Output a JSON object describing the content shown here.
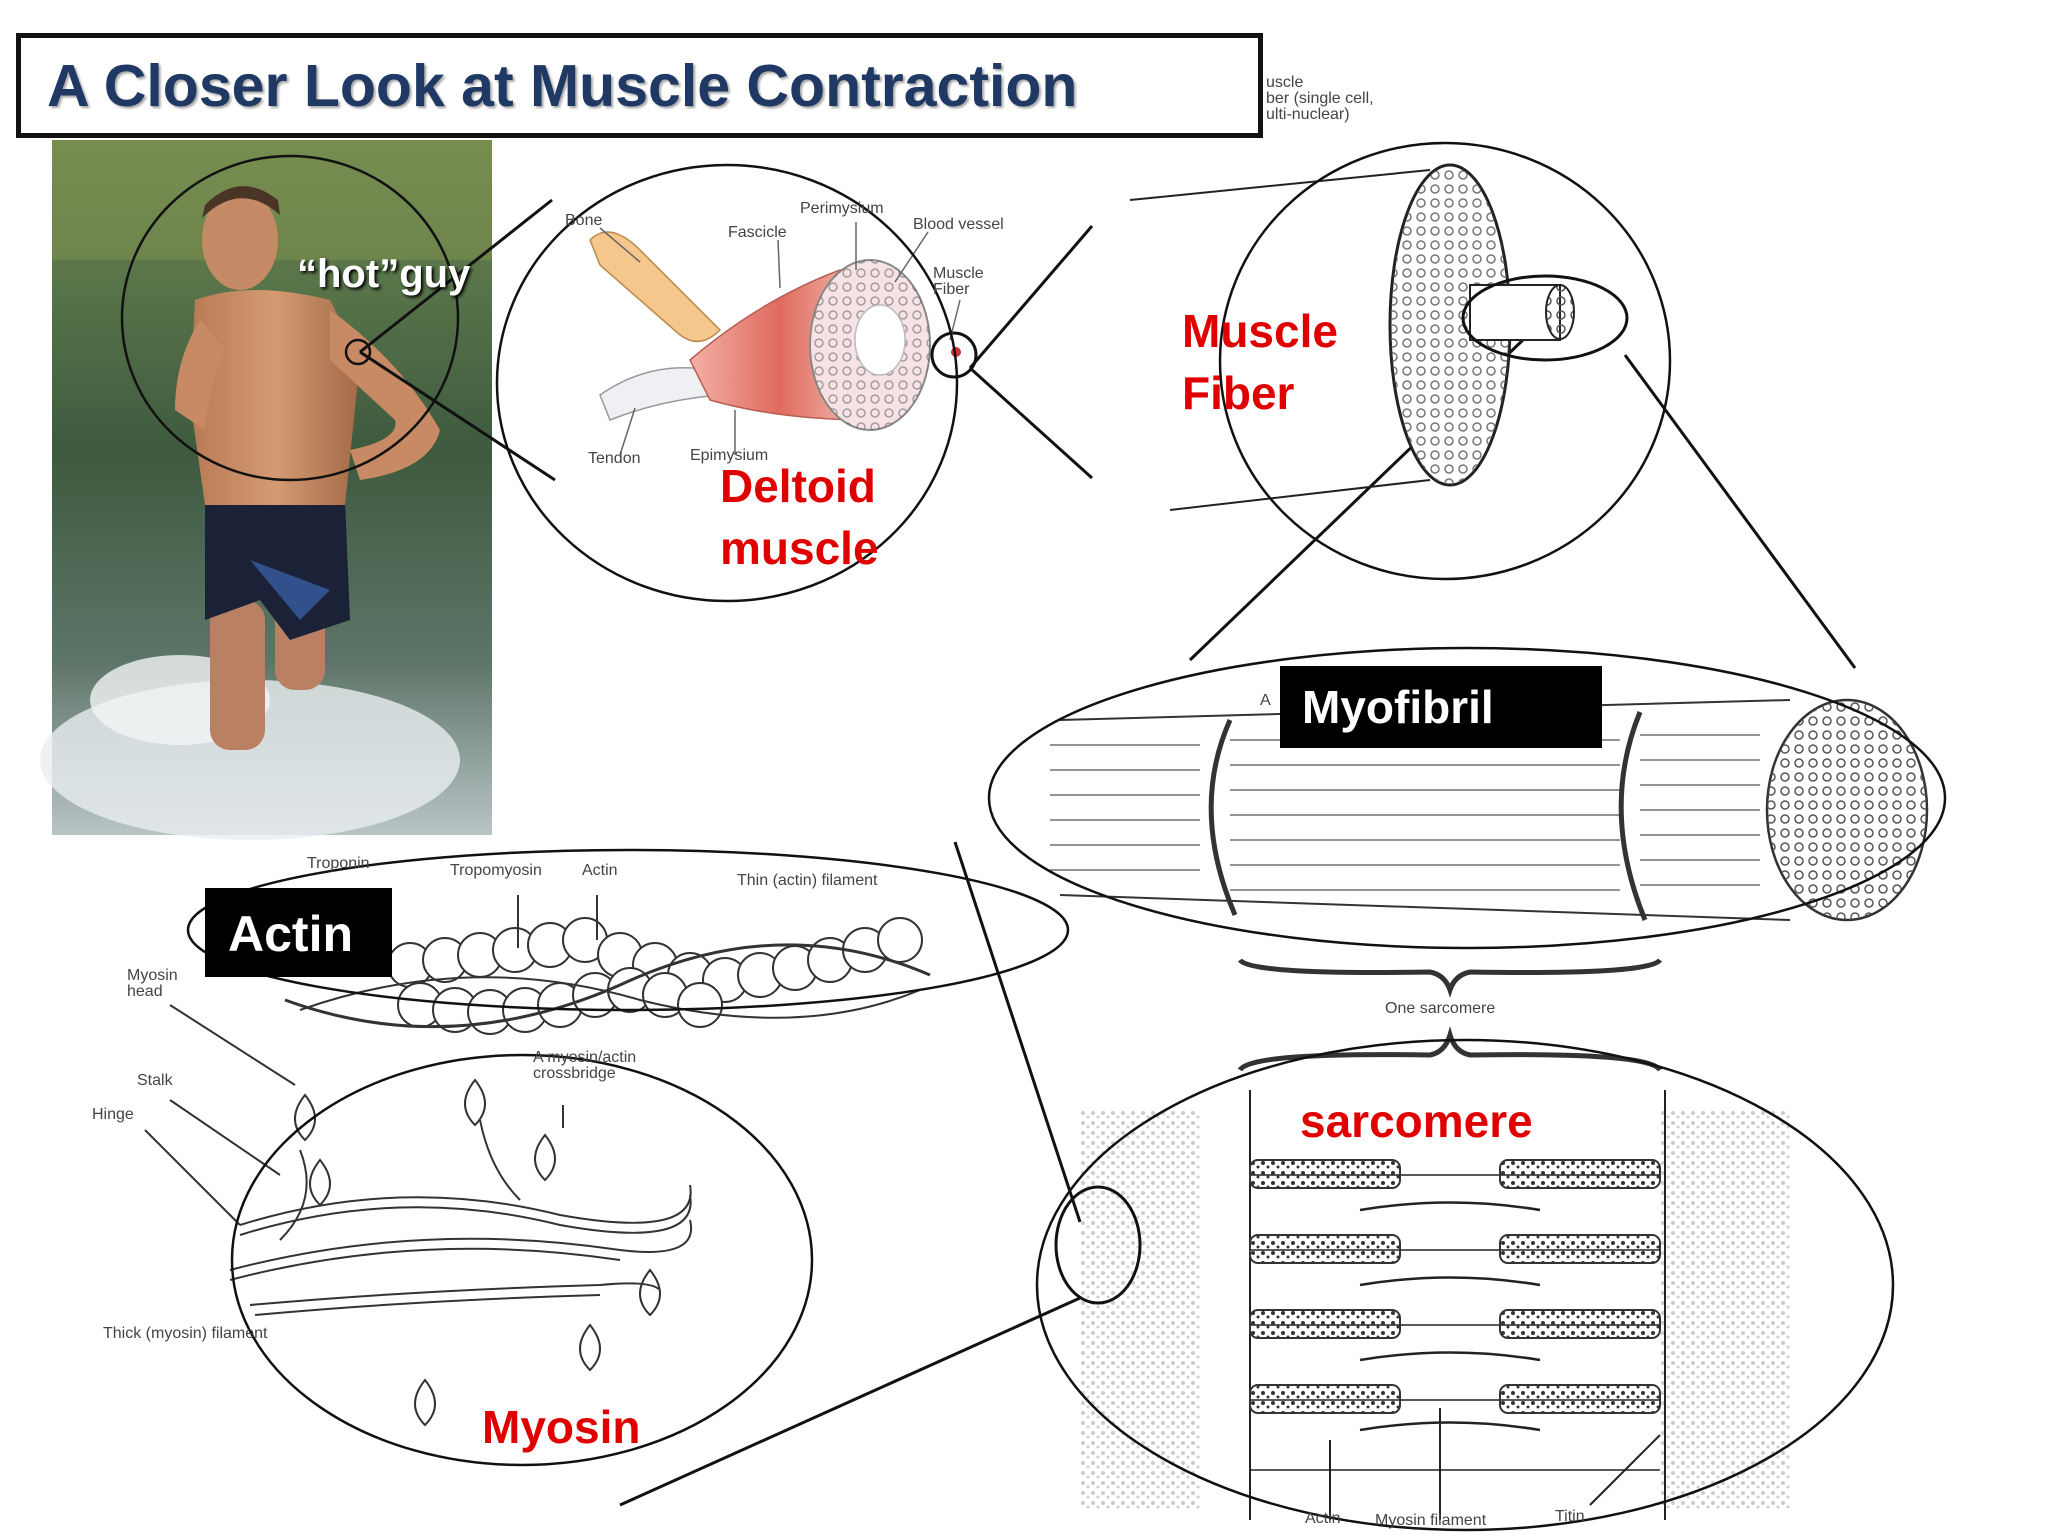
{
  "title": "A Closer Look at Muscle Contraction",
  "labels": {
    "hot_guy": "“hot”guy",
    "deltoid": "Deltoid\nmuscle",
    "muscle_fiber": "Muscle\nFiber",
    "myofibril": "Myofibril",
    "actin": "Actin",
    "myosin": "Myosin",
    "sarcomere": "sarcomere"
  },
  "diagram_text": {
    "bone": "Bone",
    "fascicle": "Fascicle",
    "perimysium": "Perimysium",
    "blood_vessel": "Blood vessel",
    "muscle_fiber_small": "Muscle\nFiber",
    "tendon": "Tendon",
    "epimysium": "Epimysium",
    "fiber_caption": "uscle\nber (single cell,\nulti-nuclear)",
    "a": "A",
    "one_sarcomere": "One sarcomere",
    "troponin": "Troponin",
    "tropomyosin": "Tropomyosin",
    "actin_small": "Actin",
    "thin_filament": "Thin (actin) filament",
    "myosin_head": "Myosin\nhead",
    "stalk": "Stalk",
    "hinge": "Hinge",
    "crossbridge": "A myosin/actin\ncrossbridge",
    "thick_filament": "Thick (myosin) filament",
    "actin_bottom": "Actin",
    "myosin_filament": "Myosin filament",
    "titin": "Titin"
  },
  "colors": {
    "title": "#1f3864",
    "red_label": "#e00000",
    "black_box": "#000000"
  }
}
